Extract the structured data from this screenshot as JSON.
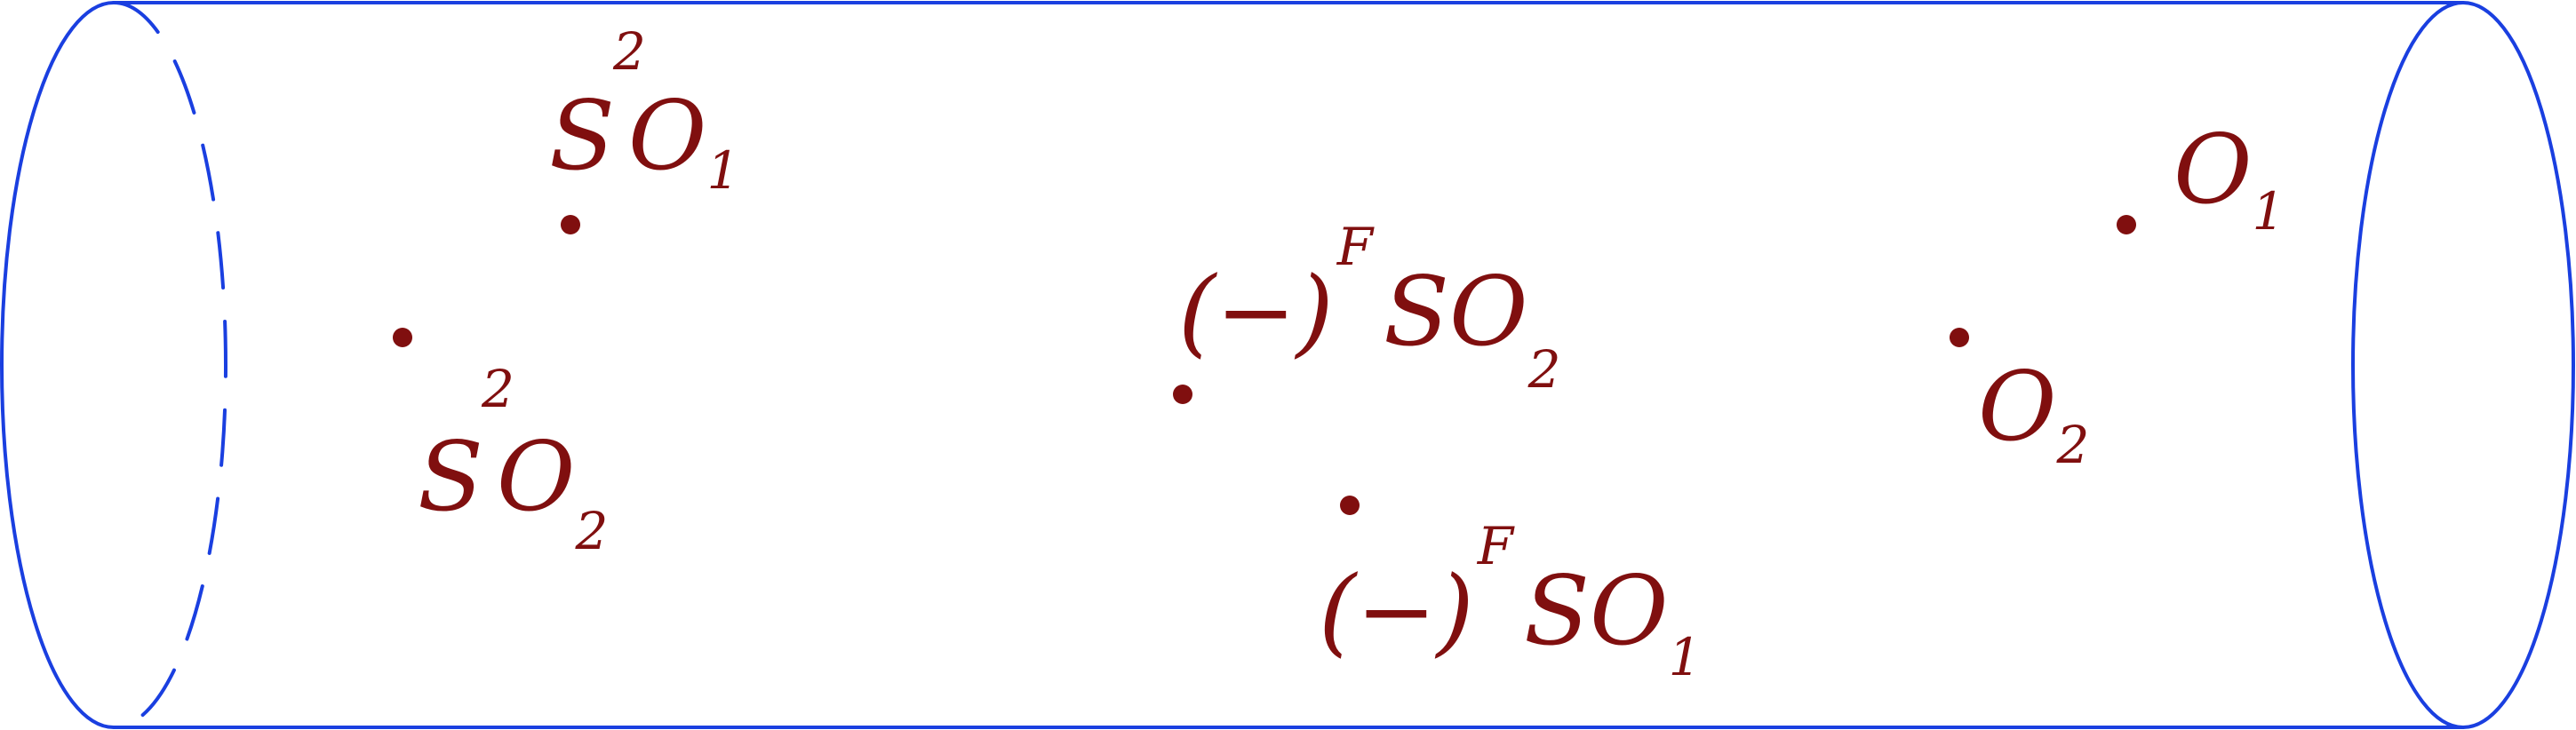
{
  "colors": {
    "cylinder": "#1a3fe0",
    "ink": "#800f0f"
  },
  "labels": {
    "S2O1_left": {
      "S": "S",
      "sup": "2",
      "O": "O",
      "sub": "1"
    },
    "S2O2_left": {
      "S": "S",
      "sup": "2",
      "O": "O",
      "sub": "2"
    },
    "FSO2_center": {
      "paren": "(−)",
      "F": "F",
      "S": "S",
      "O": "O",
      "sub": "2"
    },
    "FSO1_center": {
      "paren": "(−)",
      "F": "F",
      "S": "S",
      "O": "O",
      "sub": "1"
    },
    "O1_right": {
      "O": "O",
      "sub": "1"
    },
    "O2_right": {
      "O": "O",
      "sub": "2"
    }
  }
}
